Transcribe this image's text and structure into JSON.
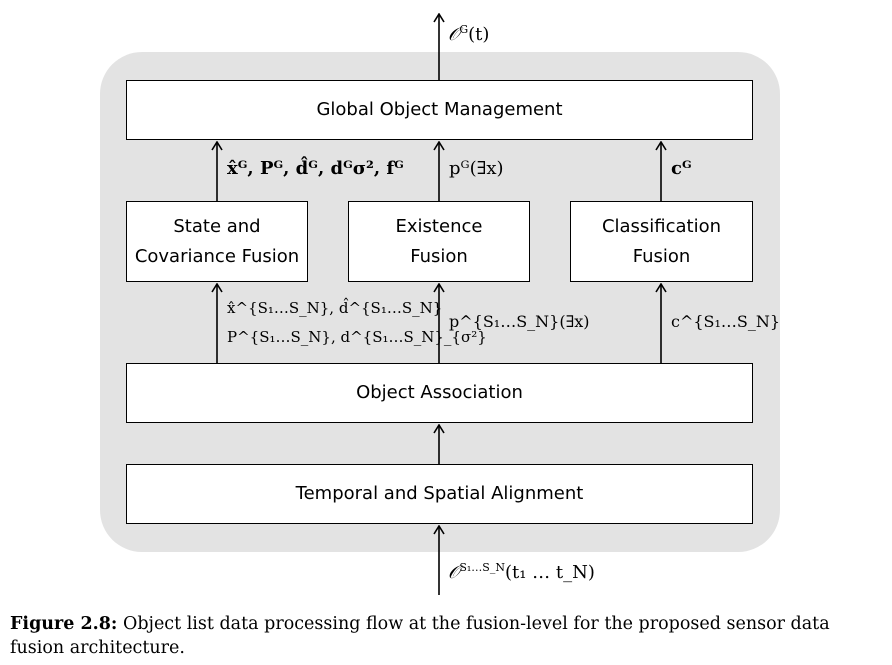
{
  "diagram": {
    "output_label": {
      "base": "𝒪",
      "sup": "G",
      "arg": "(t)"
    },
    "input_label": {
      "base": "𝒪",
      "sup": "S₁…S_N",
      "arg": "(t₁ … t_N)"
    },
    "boxes": {
      "global": "Global Object Management",
      "state_line1": "State and",
      "state_line2": "Covariance Fusion",
      "existence_line1": "Existence",
      "existence_line2": "Fusion",
      "class_line1": "Classification",
      "class_line2": "Fusion",
      "association": "Object Association",
      "alignment": "Temporal and Spatial Alignment"
    },
    "edge_labels": {
      "state_up": "x̂ᴳ, Pᴳ, d̂ᴳ, dᴳσ², fᴳ",
      "existence_up": "pᴳ(∃x)",
      "class_up": "cᴳ",
      "state_in_line1": "x̂^{S₁…S_N}, d̂^{S₁…S_N}",
      "state_in_line2": "P^{S₁…S_N}, d^{S₁…S_N}_{σ²}",
      "existence_in": "p^{S₁…S_N}(∃x)",
      "class_in": "c^{S₁…S_N}"
    }
  },
  "caption": {
    "label": "Figure 2.8:",
    "text": "Object list data processing flow at the fusion-level for the proposed sensor data fusion architecture."
  }
}
